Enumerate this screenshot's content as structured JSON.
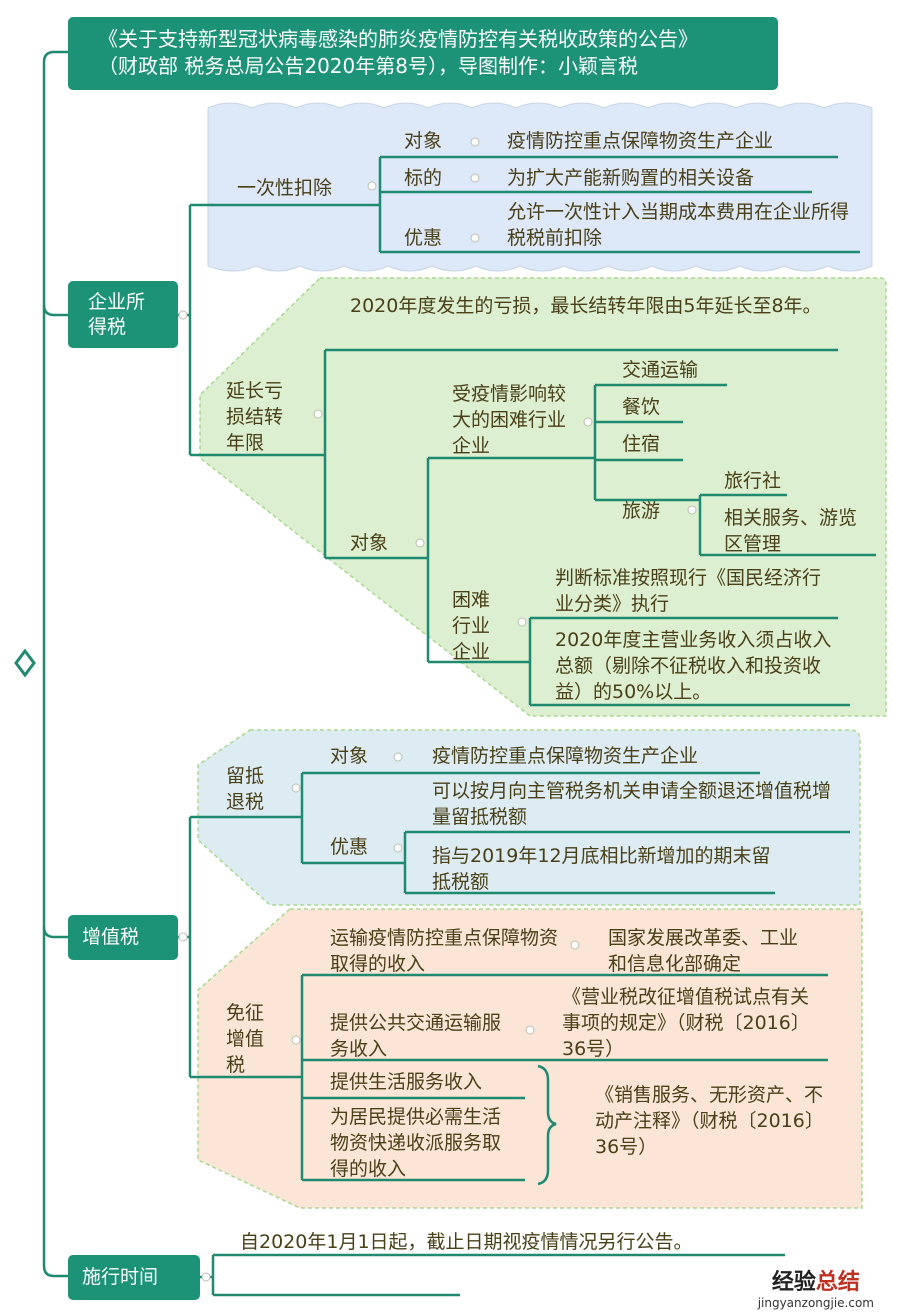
{
  "title": {
    "line1": "《关于支持新型冠状病毒感染的肺炎疫情防控有关税收政策的公告》",
    "line2": "（财政部 税务总局公告2020年第8号），导图制作：小颖言税"
  },
  "corporate_tax": {
    "label": "企业所得税",
    "one_time": {
      "label": "一次性扣除",
      "target_label": "对象",
      "target_value": "疫情防控重点保障物资生产企业",
      "object_label": "标的",
      "object_value": "为扩大产能新购置的相关设备",
      "benefit_label": "优惠",
      "benefit_value": "允许一次性计入当期成本费用在企业所得税税前扣除"
    },
    "loss_carry": {
      "label": "延长亏损结转年限",
      "desc": "2020年度发生的亏损，最长结转年限由5年延长至8年。",
      "target_label": "对象",
      "affected_label": "受疫情影响较大的困难行业企业",
      "industries": [
        "交通运输",
        "餐饮",
        "住宿",
        "旅游"
      ],
      "tourism_sub": [
        "旅行社",
        "相关服务、游览区管理"
      ],
      "difficult_label": "困难行业企业",
      "difficult_criteria": [
        "判断标准按照现行《国民经济行业分类》执行",
        "2020年度主营业务收入须占收入总额（剔除不征税收入和投资收益）的50%以上。"
      ]
    }
  },
  "vat": {
    "label": "增值税",
    "refund": {
      "label": "留抵退税",
      "target_label": "对象",
      "target_value": "疫情防控重点保障物资生产企业",
      "benefit_label": "优惠",
      "benefit_values": [
        "可以按月向主管税务机关申请全额退还增值税增量留抵税额",
        "指与2019年12月底相比新增加的期末留抵税额"
      ]
    },
    "exempt": {
      "label": "免征增值税",
      "items": [
        {
          "label": "运输疫情防控重点保障物资取得的收入",
          "note": "国家发展改革委、工业和信息化部确定"
        },
        {
          "label": "提供公共交通运输服务收入",
          "note": "《营业税改征增值税试点有关事项的规定》（财税〔2016〕36号）"
        },
        {
          "label": "提供生活服务收入"
        },
        {
          "label": "为居民提供必需生活物资快递收派服务取得的收入"
        }
      ],
      "shared_note": "《销售服务、无形资产、不动产注释》（财税〔2016〕36号）"
    }
  },
  "effective": {
    "label": "施行时间",
    "value": "自2020年1月1日起，截止日期视疫情情况另行公告。"
  },
  "watermark": {
    "cn_a": "经验",
    "cn_b": "总结",
    "url": "jingyanzongjie.com"
  },
  "colors": {
    "teal": "#1c9276",
    "line": "#1f8a70",
    "blue_bg": "#dde8f8",
    "green_bg": "#dcefd0",
    "lightblue_bg": "#dcecf2",
    "peach_bg": "#fbe5d6"
  }
}
